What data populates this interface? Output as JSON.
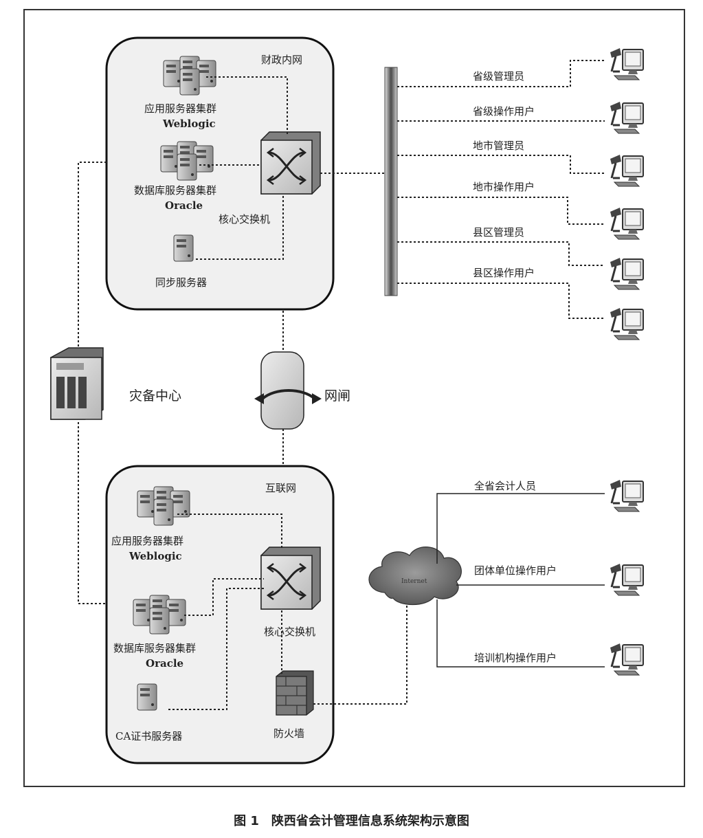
{
  "caption": "图 1　陕西省会计管理信息系统架构示意图",
  "intranet": {
    "title": "财政内网",
    "app_cluster": "应用服务器集群",
    "app_cluster_sub": "Weblogic",
    "db_cluster": "数据库服务器集群",
    "db_cluster_sub": "Oracle",
    "core_switch": "核心交换机",
    "sync_server": "同步服务器"
  },
  "internet_zone": {
    "title": "互联网",
    "app_cluster": "应用服务器集群",
    "app_cluster_sub": "Weblogic",
    "db_cluster": "数据库服务器集群",
    "db_cluster_sub": "Oracle",
    "core_switch": "核心交换机",
    "ca_server": "CA证书服务器",
    "firewall": "防火墙"
  },
  "disaster_center": "灾备中心",
  "gateway": "网闸",
  "cloud_label": "Internet",
  "intranet_users": [
    "省级管理员",
    "省级操作用户",
    "地市管理员",
    "地市操作用户",
    "县区管理员",
    "县区操作用户"
  ],
  "internet_users": [
    "全省会计人员",
    "团体单位操作用户",
    "培训机构操作用户"
  ],
  "icons": {
    "server": "server-icon",
    "switch": "switch-icon",
    "firewall": "firewall-icon",
    "cloud": "cloud-icon",
    "workstation": "workstation-icon",
    "gateway": "gateway-icon",
    "datacenter": "datacenter-icon"
  }
}
